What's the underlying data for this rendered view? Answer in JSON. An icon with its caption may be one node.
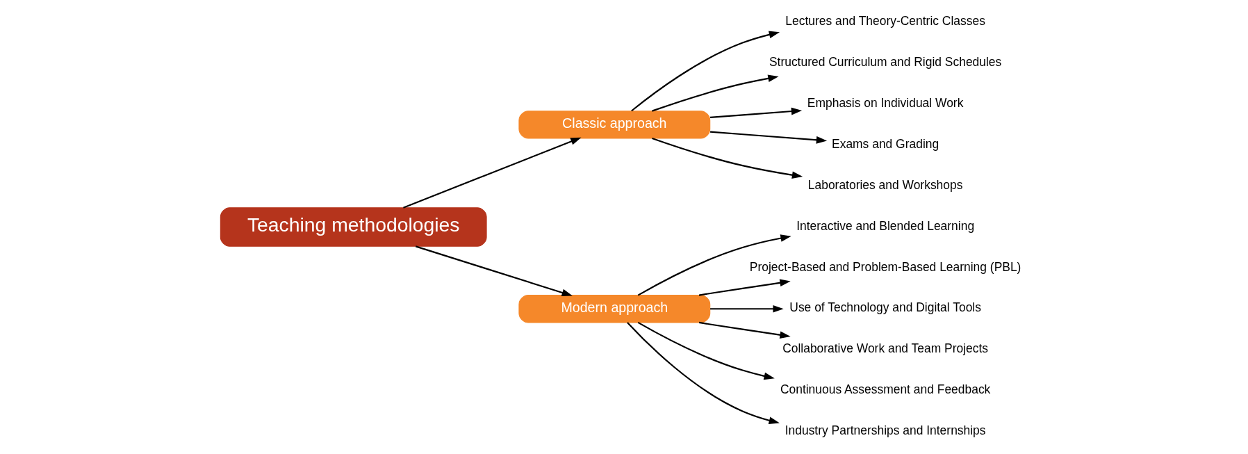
{
  "diagram": {
    "nodes": [
      {
        "text": [
          "Teaching methodologies"
        ]
      },
      {
        "text": [
          "Classic approach"
        ]
      },
      {
        "text": [
          "Modern approach"
        ]
      },
      {
        "text": [
          "Lectures and Theory-Centric Classes"
        ]
      },
      {
        "text": [
          "Structured Curriculum and Rigid Schedules"
        ]
      },
      {
        "text": [
          "Emphasis on Individual Work"
        ]
      },
      {
        "text": [
          "Exams and Grading"
        ]
      },
      {
        "text": [
          "Laboratories and Workshops"
        ]
      },
      {
        "text": [
          "Interactive and Blended Learning"
        ]
      },
      {
        "text": [
          "Project-Based and Problem-Based Learning (PBL)"
        ]
      },
      {
        "text": [
          "Use of Technology and Digital Tools"
        ]
      },
      {
        "text": [
          "Collaborative Work and Team Projects"
        ]
      },
      {
        "text": [
          "Continuous Assessment and Feedback"
        ]
      },
      {
        "text": [
          "Industry Partnerships and Internships"
        ]
      }
    ],
    "edges": [
      {
        "from": 0,
        "to": 1,
        "arrow": "to"
      },
      {
        "from": 0,
        "to": 2,
        "arrow": "to"
      },
      {
        "from": 1,
        "to": 3,
        "arrow": "to"
      },
      {
        "from": 1,
        "to": 4,
        "arrow": "to"
      },
      {
        "from": 1,
        "to": 5,
        "arrow": "to"
      },
      {
        "from": 1,
        "to": 6,
        "arrow": "to"
      },
      {
        "from": 1,
        "to": 7,
        "arrow": "to"
      },
      {
        "from": 2,
        "to": 8,
        "arrow": "to"
      },
      {
        "from": 2,
        "to": 9,
        "arrow": "to"
      },
      {
        "from": 2,
        "to": 10,
        "arrow": "to"
      },
      {
        "from": 2,
        "to": 11,
        "arrow": "to"
      },
      {
        "from": 2,
        "to": 12,
        "arrow": "to"
      },
      {
        "from": 2,
        "to": 13,
        "arrow": "to"
      }
    ]
  }
}
